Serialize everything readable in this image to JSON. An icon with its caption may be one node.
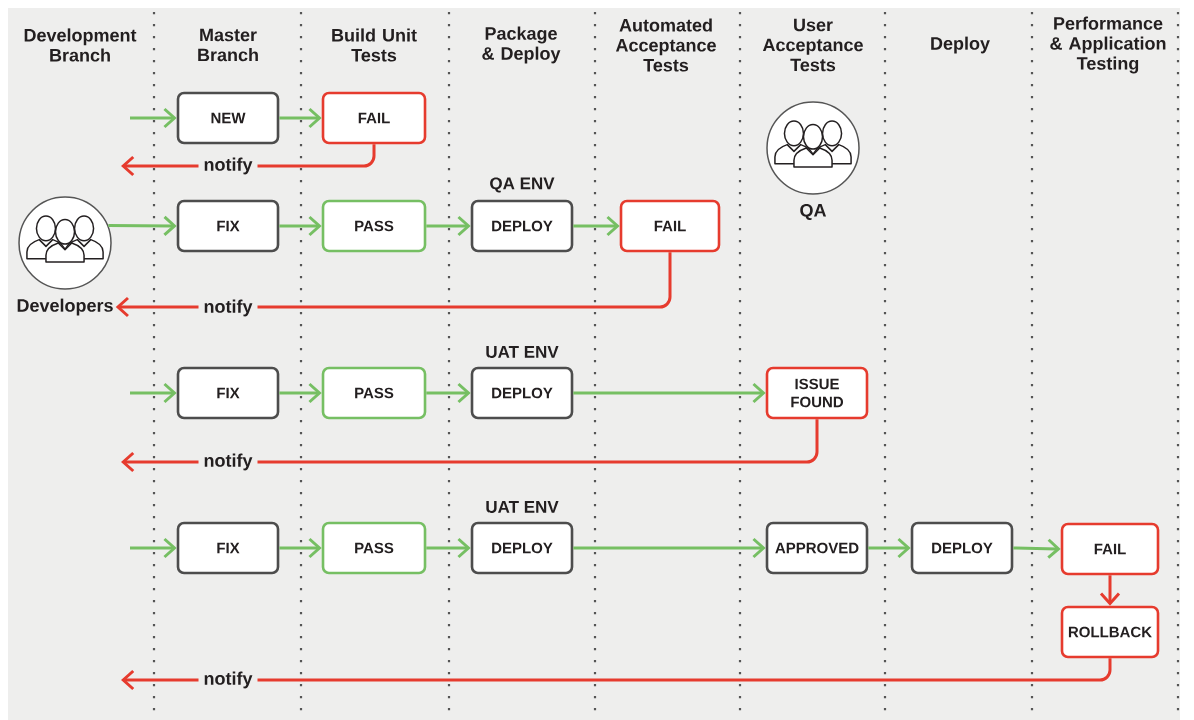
{
  "diagram": {
    "nodes": [
      {
        "text": [
          "NEW"
        ]
      },
      {
        "text": [
          "FAIL"
        ]
      },
      {
        "text": [
          "QA"
        ]
      },
      {
        "text": [
          "Developers"
        ]
      },
      {
        "text": [
          "FIX"
        ]
      },
      {
        "text": [
          "PASS"
        ]
      },
      {
        "text": [
          "DEPLOY"
        ],
        "beside": [
          "QA ENV"
        ]
      },
      {
        "text": [
          "FAIL"
        ]
      },
      {
        "text": [
          "FIX"
        ]
      },
      {
        "text": [
          "PASS"
        ]
      },
      {
        "text": [
          "DEPLOY"
        ],
        "beside": [
          "UAT ENV"
        ]
      },
      {
        "text": [
          "ISSUE FOUND"
        ]
      },
      {
        "text": [
          "FIX"
        ]
      },
      {
        "text": [
          "PASS"
        ]
      },
      {
        "text": [
          "DEPLOY"
        ],
        "beside": [
          "UAT ENV"
        ]
      },
      {
        "text": [
          "APPROVED"
        ]
      },
      {
        "text": [
          "DEPLOY"
        ]
      },
      {
        "text": [
          "FAIL"
        ]
      },
      {
        "text": [
          "ROLLBACK"
        ]
      }
    ],
    "edges": [
      {
        "from": null,
        "to": 0,
        "arrow": "to"
      },
      {
        "from": 0,
        "to": 1,
        "arrow": "to"
      },
      {
        "from": 1,
        "to": null,
        "arrow": "to",
        "label": "notify",
        "color": "#e63b2e"
      },
      {
        "from": 3,
        "to": 4,
        "arrow": "to"
      },
      {
        "from": 4,
        "to": 5,
        "arrow": "to"
      },
      {
        "from": 5,
        "to": 6,
        "arrow": "to"
      },
      {
        "from": 6,
        "to": 7,
        "arrow": "to"
      },
      {
        "from": 7,
        "to": 3,
        "arrow": "to",
        "label": "notify",
        "color": "#e63b2e"
      },
      {
        "from": null,
        "to": 8,
        "arrow": "to"
      },
      {
        "from": 8,
        "to": 9,
        "arrow": "to"
      },
      {
        "from": 9,
        "to": 10,
        "arrow": "to"
      },
      {
        "from": 10,
        "to": 11,
        "arrow": "to"
      },
      {
        "from": 11,
        "to": null,
        "arrow": "to",
        "label": "notify",
        "color": "#e63b2e"
      },
      {
        "from": null,
        "to": 12,
        "arrow": "to"
      },
      {
        "from": 12,
        "to": 13,
        "arrow": "to"
      },
      {
        "from": 13,
        "to": 14,
        "arrow": "to"
      },
      {
        "from": 14,
        "to": 15,
        "arrow": "to"
      },
      {
        "from": 15,
        "to": 16,
        "arrow": "to"
      },
      {
        "from": 16,
        "to": 17,
        "arrow": "to"
      },
      {
        "from": 17,
        "to": 18,
        "arrow": "to",
        "color": "#e63b2e"
      },
      {
        "from": 18,
        "to": null,
        "arrow": "to",
        "label": "notify",
        "color": "#e63b2e"
      }
    ],
    "labels": [
      "Development Branch",
      "Master Branch",
      "Build Unit Tests",
      "Package & Deploy",
      "Automated Acceptance Tests",
      "User Acceptance Tests",
      "Deploy",
      "Performance & Application Testing"
    ]
  }
}
